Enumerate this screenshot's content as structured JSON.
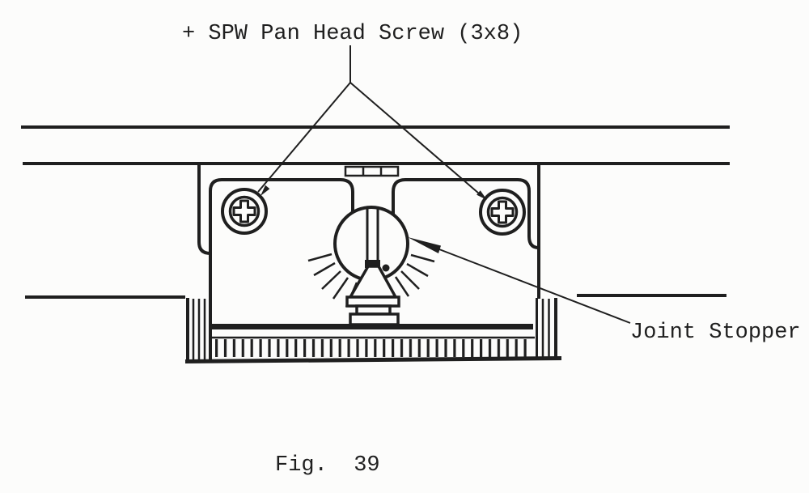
{
  "figure": {
    "screw_label": "+ SPW Pan Head Screw (3x8)",
    "stopper_label": "Joint Stopper",
    "caption": "Fig.  39"
  },
  "colors": {
    "ink": "#1f1f1f",
    "paper": "#fcfcfb"
  }
}
